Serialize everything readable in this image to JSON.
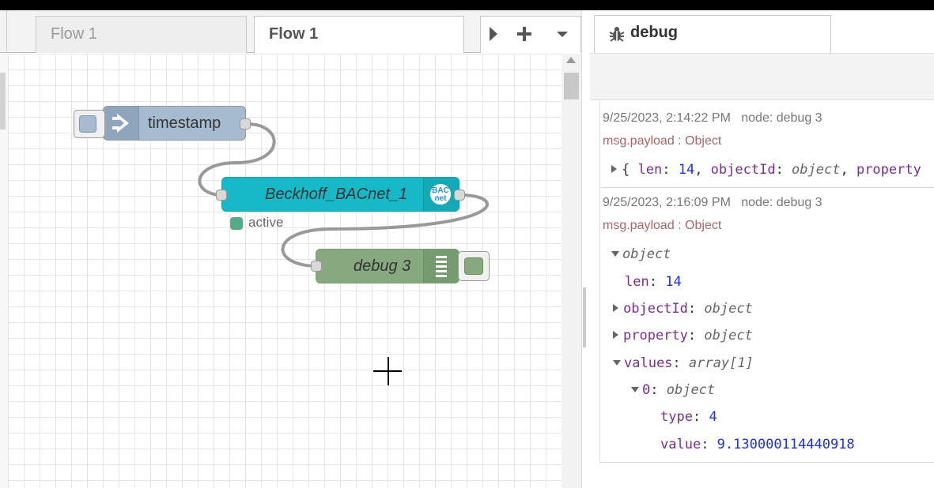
{
  "workspace": {
    "tabs": [
      {
        "label": "Flow 1",
        "active": false
      },
      {
        "label": "Flow 1",
        "active": true
      }
    ],
    "buttons": [
      "scroll-right",
      "add-flow",
      "flow-list"
    ]
  },
  "flow": {
    "nodes": {
      "inject": {
        "label": "timestamp",
        "color": "#a6bbcf"
      },
      "bacnet": {
        "label": "Beckhoff_BACnet_1",
        "color": "#17b8c8",
        "icon_text_1": "BAC",
        "icon_text_2": "net",
        "status": "active",
        "status_color": "#5a8"
      },
      "debug": {
        "label": "debug 3",
        "color": "#87a980"
      }
    }
  },
  "sidebar": {
    "tab_label": "debug",
    "messages": [
      {
        "timestamp": "9/25/2023, 2:14:22 PM",
        "node": "node: debug 3",
        "topic": "msg.payload : Object",
        "collapsed": {
          "open": "{",
          "len_key": "len",
          "len_val": "14",
          "obj_key": "objectId",
          "obj_val": "object",
          "prop_key": "property"
        }
      },
      {
        "timestamp": "9/25/2023, 2:16:09 PM",
        "node": "node: debug 3",
        "topic": "msg.payload : Object",
        "root": "object",
        "rows": [
          {
            "key": "len",
            "value": "14"
          },
          {
            "key": "objectId",
            "value": "object"
          },
          {
            "key": "property",
            "value": "object"
          },
          {
            "key": "values",
            "value": "array[1]"
          },
          {
            "key": "0",
            "value": "object"
          },
          {
            "key": "type",
            "value": "4"
          },
          {
            "key": "value",
            "value": "9.130000114440918"
          }
        ]
      }
    ]
  }
}
